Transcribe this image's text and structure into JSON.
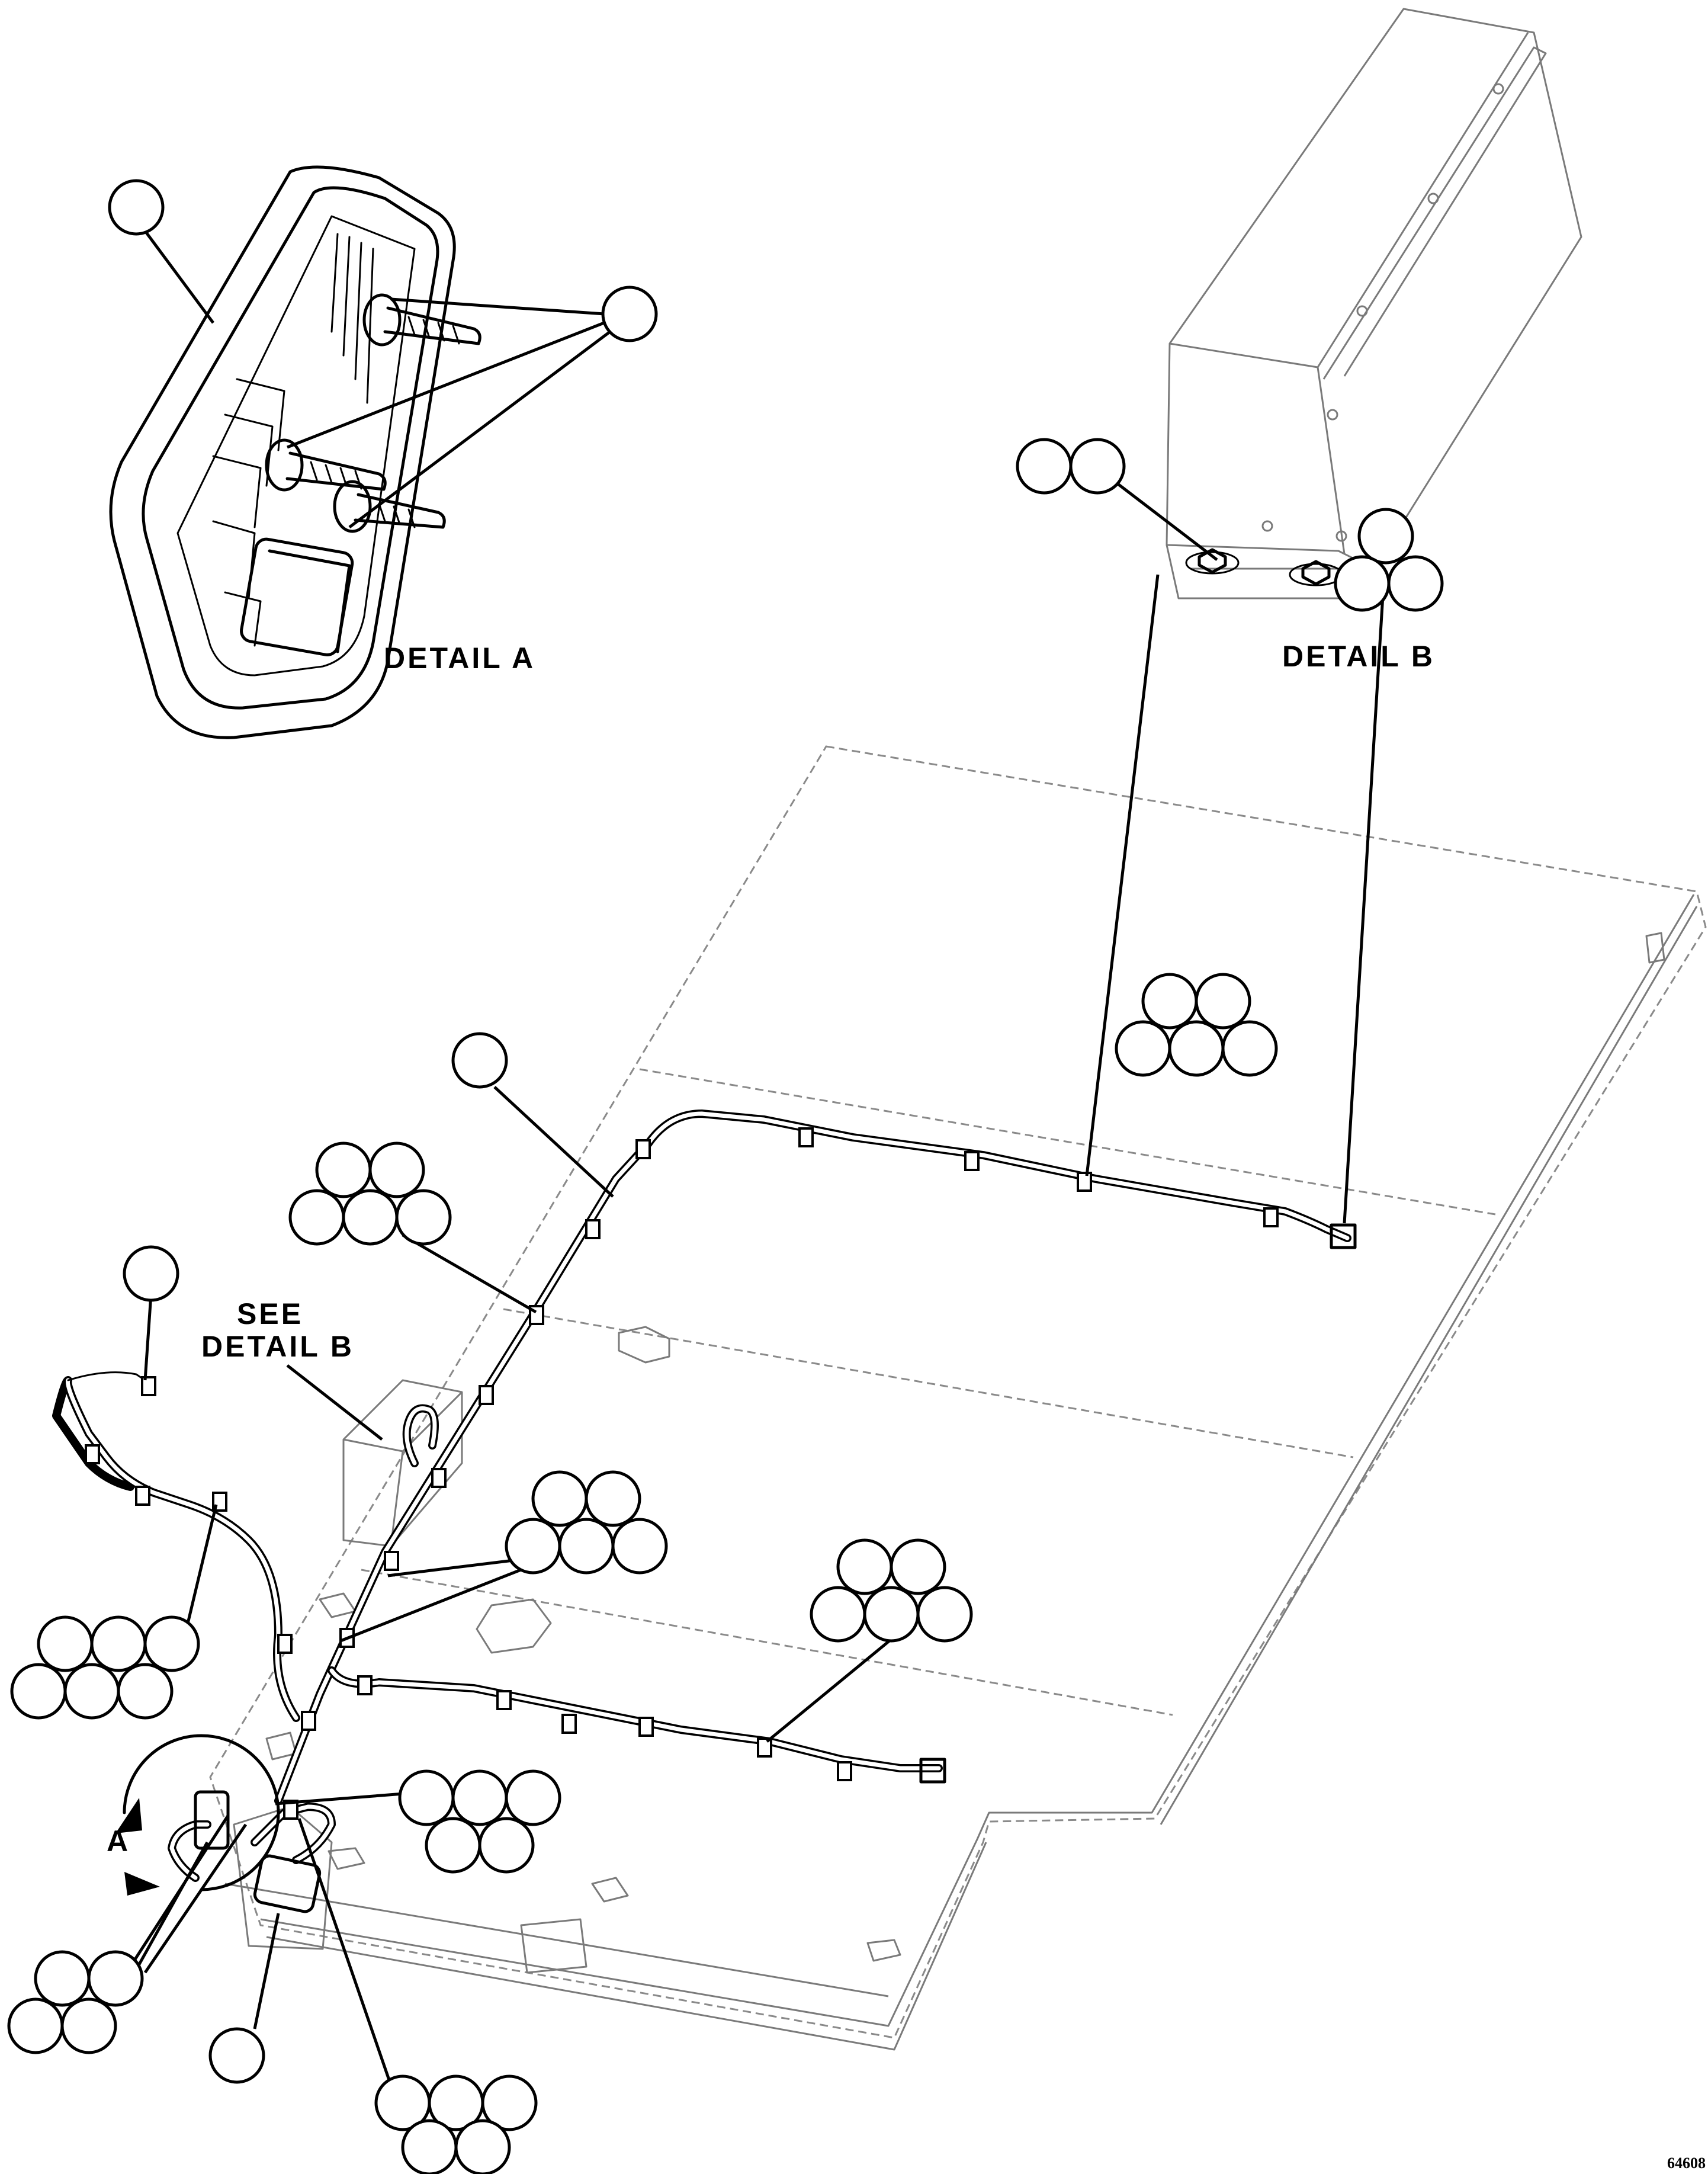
{
  "labels": {
    "detail_a": "DETAIL A",
    "detail_b": "DETAIL B",
    "see_detail_b_line1": "SEE",
    "see_detail_b_line2": "DETAIL B",
    "view_a": "A",
    "figure_number": "64608"
  },
  "callout_groups": [
    {
      "name": "callout-detail-a-lamp",
      "bubbles": 1
    },
    {
      "name": "callout-detail-a-nuts",
      "bubbles": 1
    },
    {
      "name": "callout-detail-b-bolt",
      "bubbles": 2
    },
    {
      "name": "callout-harness-main",
      "bubbles": 1
    },
    {
      "name": "callout-upper-clips",
      "bubbles": 5
    },
    {
      "name": "callout-connector-right",
      "bubbles": 3
    },
    {
      "name": "callout-left-clips",
      "bubbles": 5
    },
    {
      "name": "callout-left-tie",
      "bubbles": 1
    },
    {
      "name": "callout-mid-clips",
      "bubbles": 5
    },
    {
      "name": "callout-lower-clips",
      "bubbles": 5
    },
    {
      "name": "callout-lower-left-clips",
      "bubbles": 6
    },
    {
      "name": "callout-center-clips",
      "bubbles": 5
    },
    {
      "name": "callout-lamp-studs",
      "bubbles": 4
    },
    {
      "name": "callout-lamp",
      "bubbles": 1
    },
    {
      "name": "callout-bottom-clips",
      "bubbles": 5
    }
  ]
}
